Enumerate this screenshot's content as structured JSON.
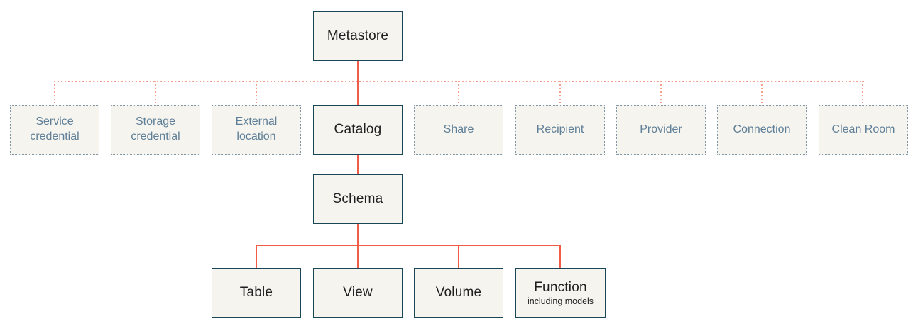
{
  "nodes": {
    "metastore": {
      "label": "Metastore"
    },
    "catalog": {
      "label": "Catalog"
    },
    "schema": {
      "label": "Schema"
    }
  },
  "satellites": [
    {
      "label": "Service credential"
    },
    {
      "label": "Storage credential"
    },
    {
      "label": "External location"
    },
    {
      "label": "Share"
    },
    {
      "label": "Recipient"
    },
    {
      "label": "Provider"
    },
    {
      "label": "Connection"
    },
    {
      "label": "Clean Room"
    }
  ],
  "children": [
    {
      "label": "Table"
    },
    {
      "label": "View"
    },
    {
      "label": "Volume"
    },
    {
      "label": "Function",
      "sublabel": "including models"
    }
  ],
  "colors": {
    "box-bg": "#F6F4EF",
    "primary-border": "#1A4757",
    "primary-text": "#1E1E1E",
    "satellite-border": "#8197A7",
    "satellite-text": "#5E7F97",
    "line-solid": "#F05C45",
    "line-dotted": "#F3A18F",
    "page-bg": "#FFFFFF"
  }
}
